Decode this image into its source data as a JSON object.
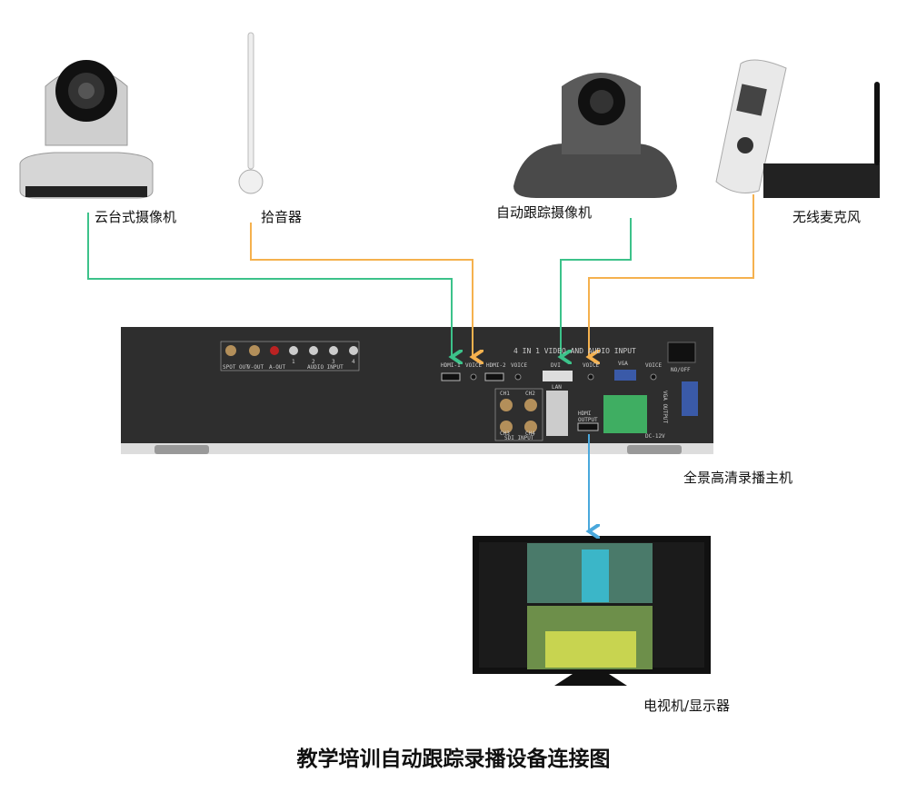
{
  "devices": {
    "ptz_camera": "云台式摄像机",
    "pickup_mic": "拾音器",
    "tracking_camera": "自动跟踪摄像机",
    "wireless_mic": "无线麦克风",
    "recorder": "全景高清录播主机",
    "tv": "电视机/显示器"
  },
  "title": "教学培训自动跟踪录播设备连接图",
  "panel": {
    "header": "4 IN 1 VIDEO AND AUDIO INPUT",
    "spot_out": "SPOT OUT",
    "v_out": "V-OUT",
    "a_out": "A-OUT",
    "audio_input": "AUDIO INPUT",
    "audio_nums": [
      "1",
      "2",
      "3",
      "4"
    ],
    "hdmi1": "HDMI-1",
    "voice1": "VOICE",
    "hdmi2": "HDMI-2",
    "voice2": "VOICE",
    "dvi": "DVI",
    "voice3": "VOICE",
    "vga": "VGA",
    "voice4": "VOICE",
    "power": "NO/OFF",
    "lan": "LAN",
    "hdmi_output": "HDMI OUTPUT",
    "sdi_input": "SDI INPUT",
    "ch": [
      "CH1",
      "CH2",
      "CH3",
      "CH4"
    ],
    "dc": "DC-12V",
    "vga_output": "VGA OUTPUT"
  },
  "colors": {
    "green": "#3cc28a",
    "orange": "#f5b14e",
    "blue": "#4aa8dc"
  }
}
